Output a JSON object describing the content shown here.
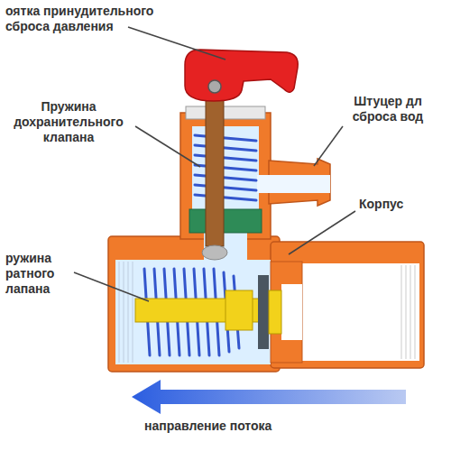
{
  "diagram": {
    "labels": [
      "оятка принудительного сброса давления",
      "Пружина дохранительного клапана",
      "Штуцер дл сброса вод",
      "Корпус",
      "ружина ратного лапана",
      "направление потока"
    ]
  }
}
